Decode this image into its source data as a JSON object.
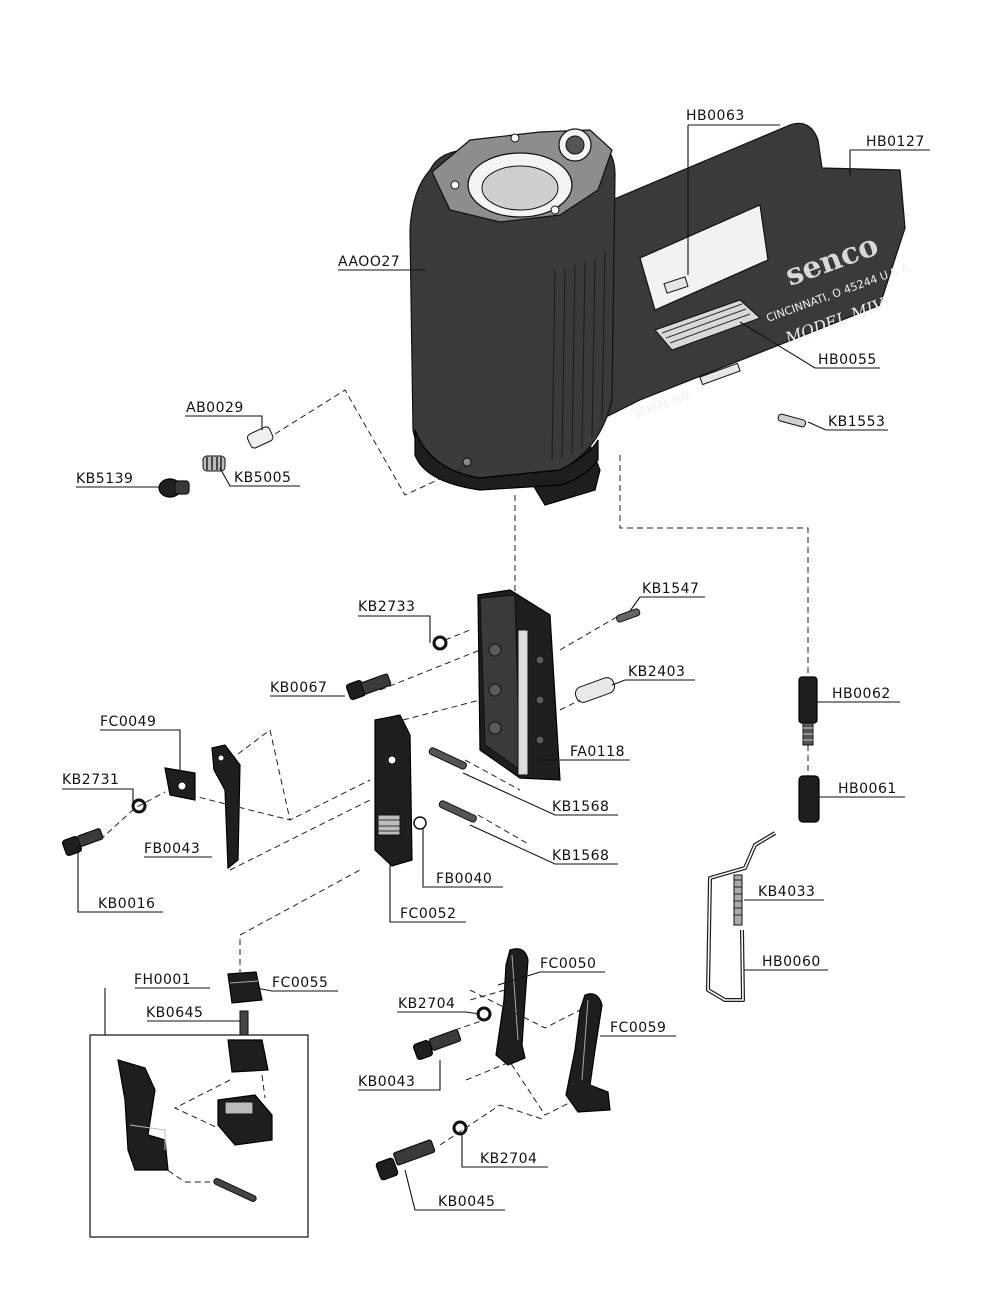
{
  "casting_text": {
    "brand": "senco",
    "address": "CINCINNATI, O 45244 U.S.A.",
    "model": "MODEL MIV",
    "serial": "SERIAL NO."
  },
  "labels": {
    "hb0063": "HB0063",
    "hb0127": "HB0127",
    "aa0027": "AAOO27",
    "hb0055": "HB0055",
    "ab0029": "AB0029",
    "kb1553": "KB1553",
    "kb5139": "KB5139",
    "kb5005": "KB5005",
    "kb1547": "KB1547",
    "kb2733": "KB2733",
    "kb2403": "KB2403",
    "kb0067": "KB0067",
    "hb0062": "HB0062",
    "fc0049": "FC0049",
    "fa0118": "FA0118",
    "kb2731": "KB2731",
    "hb0061": "HB0061",
    "kb1568_a": "KB1568",
    "fb0043": "FB0043",
    "kb1568_b": "KB1568",
    "fb0040": "FB0040",
    "kb4033": "KB4033",
    "kb0016": "KB0016",
    "fc0052": "FC0052",
    "hb0060": "HB0060",
    "fc0050": "FC0050",
    "fh0001": "FH0001",
    "fc0055": "FC0055",
    "kb2704_a": "KB2704",
    "kb0645": "KB0645",
    "fc0059": "FC0059",
    "kb0043": "KB0043",
    "kb2704_b": "KB2704",
    "kb0045": "KB0045"
  }
}
